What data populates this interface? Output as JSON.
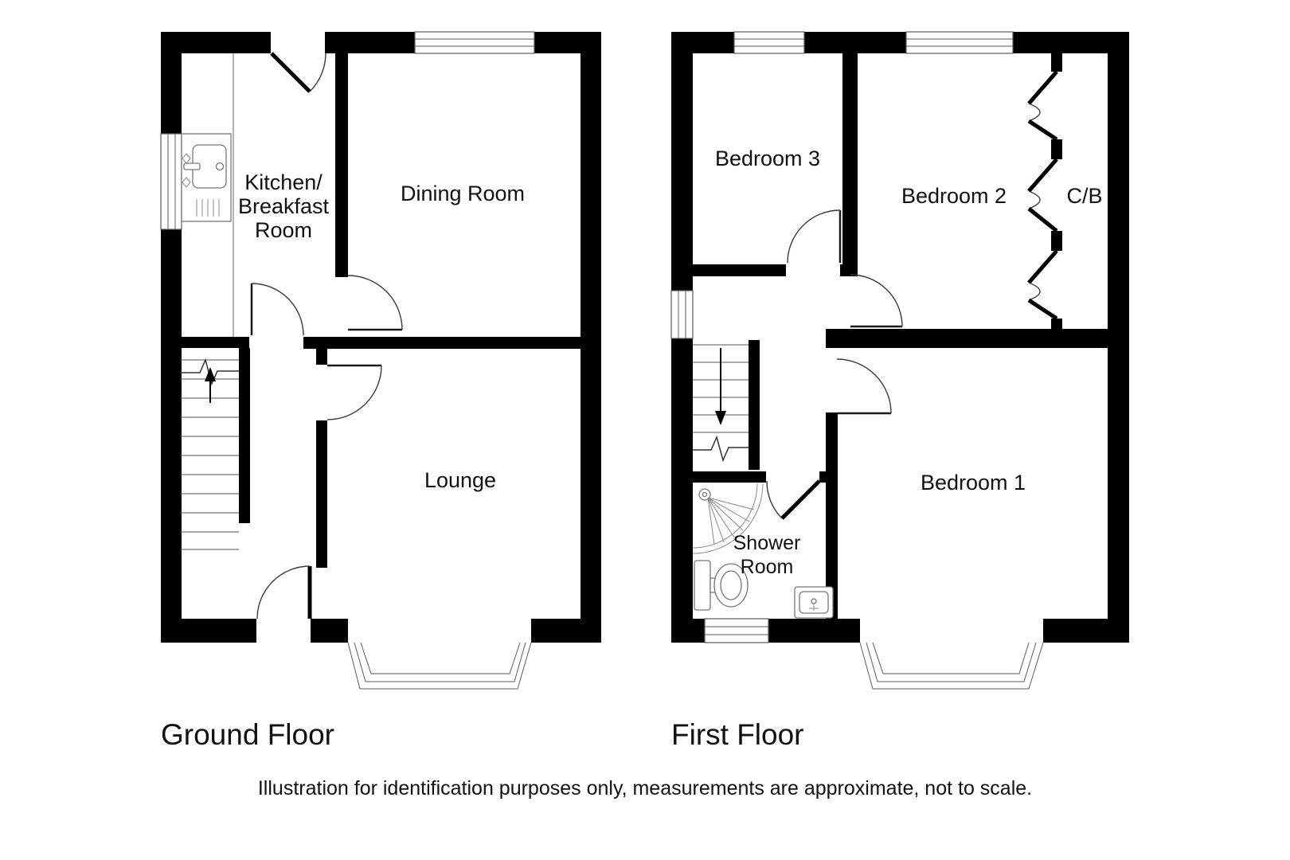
{
  "page": {
    "background": "#ffffff",
    "wall_color": "#000000",
    "line_color": "#5a5a5a",
    "text_color": "#111111"
  },
  "ground_floor": {
    "title": "Ground Floor",
    "rooms": {
      "kitchen": {
        "label_lines": [
          "Kitchen/",
          "Breakfast",
          "Room"
        ]
      },
      "dining": {
        "label": "Dining Room"
      },
      "lounge": {
        "label": "Lounge"
      }
    }
  },
  "first_floor": {
    "title": "First Floor",
    "rooms": {
      "bedroom3": {
        "label": "Bedroom 3"
      },
      "bedroom2": {
        "label": "Bedroom 2"
      },
      "cupboard": {
        "label": "C/B"
      },
      "bedroom1": {
        "label": "Bedroom 1"
      },
      "shower": {
        "label_lines": [
          "Shower",
          "Room"
        ]
      }
    }
  },
  "footer": {
    "disclaimer": "Illustration for identification purposes only, measurements are approximate, not to scale."
  }
}
